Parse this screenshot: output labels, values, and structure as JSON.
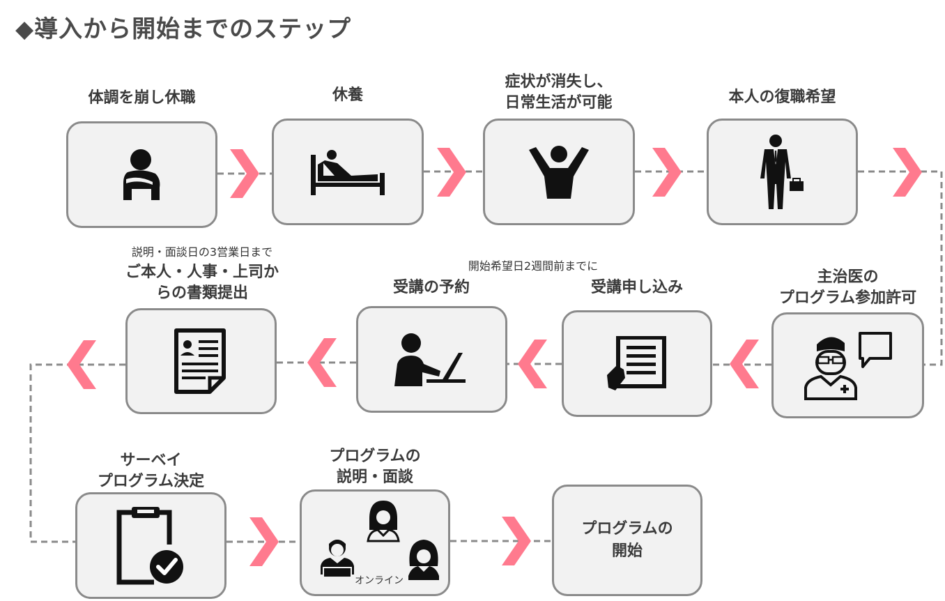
{
  "title": "◆導入から開始までのステップ",
  "colors": {
    "arrow": "#ff7a8e",
    "box_border": "#8a8a8a",
    "box_fill": "#f2f2f2",
    "dash": "#8a8a8a",
    "icon": "#111111"
  },
  "steps": [
    {
      "label_lines": [
        "体調を崩し休職"
      ],
      "icon": "sitting-person-icon"
    },
    {
      "label_lines": [
        "休養"
      ],
      "icon": "bed-rest-icon"
    },
    {
      "label_lines": [
        "症状が消失し、",
        "日常生活が可能"
      ],
      "icon": "arms-raised-icon"
    },
    {
      "label_lines": [
        "本人の復職希望"
      ],
      "icon": "businessman-icon"
    },
    {
      "label_lines": [
        "主治医の",
        "プログラム参加許可"
      ],
      "icon": "doctor-speech-icon"
    },
    {
      "label_lines": [
        "受講申し込み"
      ],
      "icon": "application-form-icon"
    },
    {
      "label_lines": [
        "受講の予約"
      ],
      "icon": "person-laptop-icon"
    },
    {
      "label_lines": [
        "ご本人・人事・上司か",
        "らの書類提出"
      ],
      "icon": "resume-document-icon"
    },
    {
      "label_lines": [
        "サーベイ",
        "プログラム決定"
      ],
      "icon": "clipboard-check-icon"
    },
    {
      "label_lines": [
        "プログラムの",
        "説明・面談"
      ],
      "icon": "online-meeting-icon"
    },
    {
      "label_lines": [],
      "icon": "",
      "box_text_lines": [
        "プログラムの",
        "開始"
      ]
    }
  ],
  "notes": {
    "documents": "説明・面談日の3営業日まで",
    "application": "開始希望日2週間前までに"
  },
  "online_label": "オンライン"
}
